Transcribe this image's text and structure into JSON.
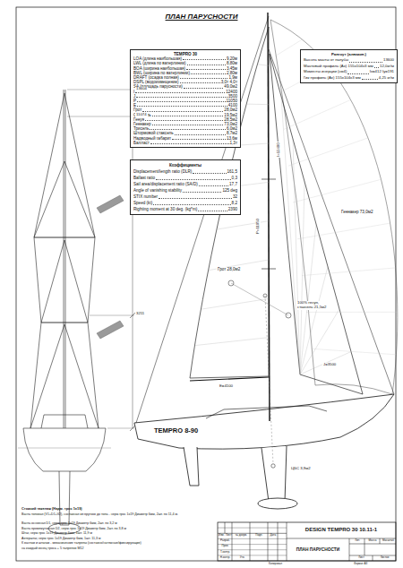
{
  "diagram": {
    "title": "ПЛАН ПАРУСНОСТИ",
    "nodes": [
      {
        "text": [
          "TEMPRO 30",
          "LOA (длина наибольшая)",
          "9,20м",
          "LWL (длина по ватерлинии)",
          "8,80м",
          "BOA (ширина наибольшая)",
          "3,45м",
          "BWL (ширина по ватерлинии)",
          "2,80м",
          "DRAFT (осадка полная)",
          "1,9м",
          "DSPL (водоизмещение)",
          "3,0т 4,0т",
          "SA (площадь парусности)",
          "49,0м2",
          "I",
          "12400",
          "J",
          "3500",
          "P",
          "11050",
          "E",
          "4100",
          "Грот",
          "28,0м2",
          "Стаксель",
          "19,5м2",
          "Генуя",
          "28,5м2",
          "Геннакер",
          "73,0м2",
          "Трисель",
          "6,0м2",
          "Штормовой стаксель",
          "8,7м2",
          "Надводный габарит",
          "13,6м",
          "Балласт",
          "1,3т"
        ]
      },
      {
        "text": [
          "Коэффициенты",
          "Displacement/length ratio (DLR)",
          "161,5",
          "Ballast ratio",
          "0,3",
          "Sail area/displacement ratio (SA/D)",
          "17,7",
          "Angle of vanishing stability",
          "125 deg",
          "STIX number",
          "32",
          "Speed (kt)",
          "8,2",
          "Righting moment at 30 deg. (kg*m)",
          "2390"
        ]
      },
      {
        "text": [
          "Рангоут (алюмин.)",
          "Высота мачты от палубы",
          "13600",
          "Мачтовый профиль (Ax) 155x104x3 мм",
          "12,0кг/м",
          "Моменты инерции (см4)",
          "Ix=412 Iy=191",
          "Гик профиль (Ax) 155x104x3 мм",
          "4,25 кг/м"
        ]
      },
      {
        "text": [
          "DESIGN TEMPRO 30 10.11-1",
          "ПЛАН ПАРУСНОСТИ"
        ]
      }
    ],
    "labels": [
      "13604",
      "11074",
      "3211",
      "TEMPRO 8-90",
      "Геннакер 73,0м2",
      "Грот 28,0м2",
      "100% генуя, стаксель 21,5м2",
      "P=11050",
      "I=12400",
      "E=4100",
      "J=3500",
      "ЦБС 3,9м2",
      "Стоячий такелаж (Надм. трос 1x19)",
      "Ванта топовая (V1+D1+V2), составная из прутков до топа - нерж.трос 1x19 Диаметр 6мм, 2шт. по 11,4 м.",
      "Ванта основная D1, нерж.трос 1x19 Диаметр 6мм, 2шт. по 3,2 м",
      "Ванта промежуточная D2, нерж.трос 1x19 Диаметр 6мм, 2шт. по 3,8 м",
      "Штаг, нерж.трос 1x19 Диаметр 6мм, 1шт. 11,9 м",
      "Ахтерштаг, нерж.трос 1x19 Диаметр 6мм, 1шт. 11,3 м",
      "К вантам и штагам - механические талрепы (составно/натяжные/фиксирующие)",
      "на каждый конец троса + 5 талрепов М12",
      "Изм.",
      "Лист",
      "№ докум.",
      "Подп.",
      "Дата",
      "Разраб.",
      "Пров.",
      "Т.контр.",
      "Н.контр.",
      "Утв.",
      "Лит.",
      "Масса",
      "Масштаб",
      "Лист",
      "Листов",
      "Копировал",
      "Формат A3"
    ]
  }
}
